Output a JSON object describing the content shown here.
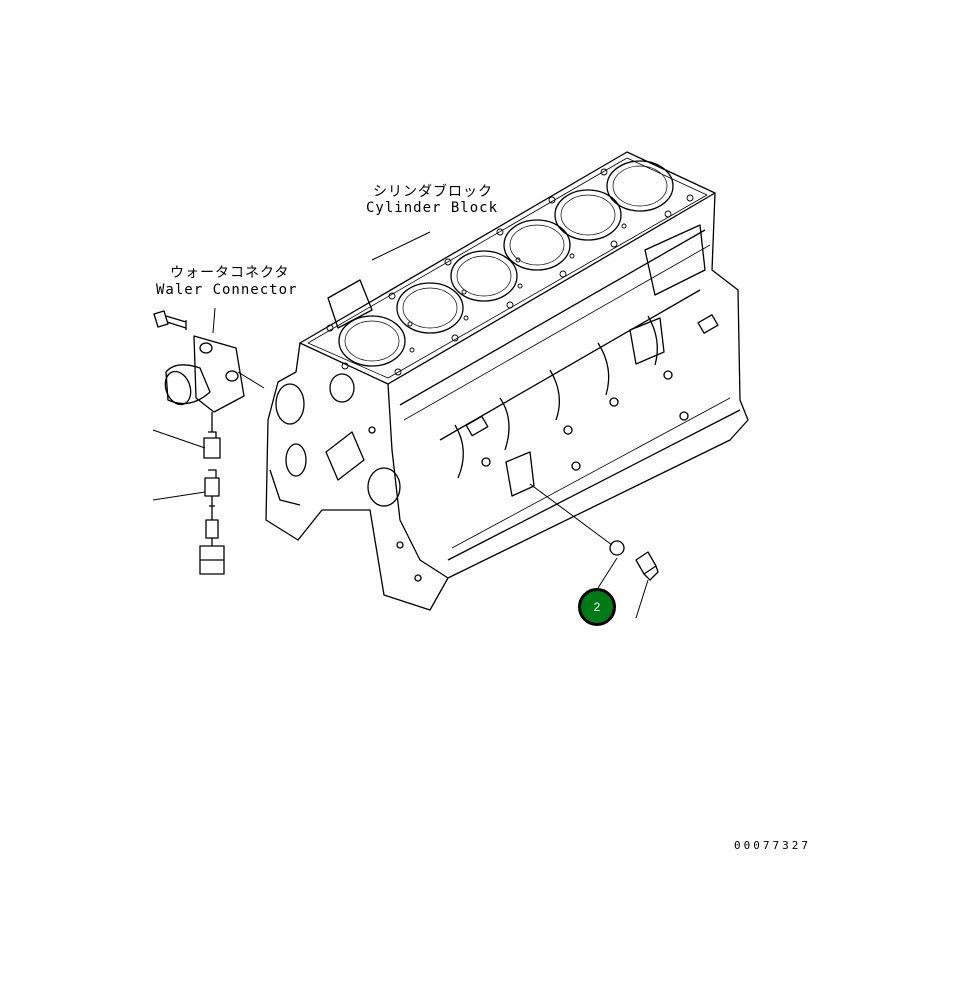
{
  "labels": {
    "cylinder_block_ja": "シリンダブロック",
    "cylinder_block_en": "Cylinder Block",
    "water_connector_ja": "ウォータコネクタ",
    "water_connector_en": "Waler Connector"
  },
  "callout": {
    "number": "2",
    "color": "#007a16"
  },
  "drawing_number": "00077327",
  "colors": {
    "line": "#000000",
    "background": "#ffffff"
  }
}
